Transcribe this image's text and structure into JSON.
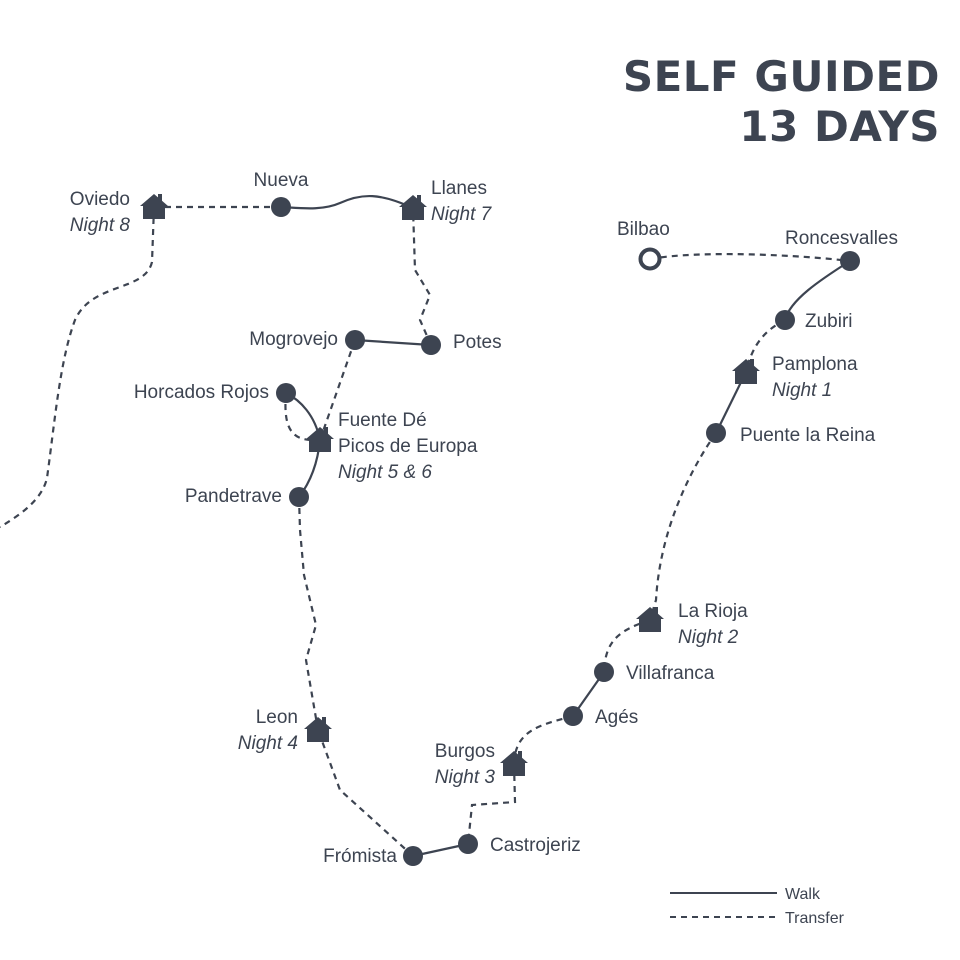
{
  "title": {
    "line1": "SELF GUIDED",
    "line2": "13 DAYS"
  },
  "colors": {
    "ink": "#3d4451"
  },
  "places": [
    {
      "id": "bilbao",
      "name": "Bilbao",
      "marker": "ring"
    },
    {
      "id": "roncesvalles",
      "name": "Roncesvalles",
      "marker": "dot"
    },
    {
      "id": "zubiri",
      "name": "Zubiri",
      "marker": "dot"
    },
    {
      "id": "pamplona",
      "name": "Pamplona",
      "night": "Night 1",
      "marker": "house"
    },
    {
      "id": "puente",
      "name": "Puente la Reina",
      "marker": "dot"
    },
    {
      "id": "rioja",
      "name": "La Rioja",
      "night": "Night 2",
      "marker": "house"
    },
    {
      "id": "villafranca",
      "name": "Villafranca",
      "marker": "dot"
    },
    {
      "id": "ages",
      "name": "Agés",
      "marker": "dot"
    },
    {
      "id": "burgos",
      "name": "Burgos",
      "night": "Night 3",
      "marker": "house"
    },
    {
      "id": "castrojeriz",
      "name": "Castrojeriz",
      "marker": "dot"
    },
    {
      "id": "fromista",
      "name": "Frómista",
      "marker": "dot"
    },
    {
      "id": "leon",
      "name": "Leon",
      "night": "Night 4",
      "marker": "house"
    },
    {
      "id": "pandetrave",
      "name": "Pandetrave",
      "marker": "dot"
    },
    {
      "id": "fuente",
      "name": "Fuente Dé",
      "name2": "Picos de Europa",
      "night": "Night 5 & 6",
      "marker": "house"
    },
    {
      "id": "horcados",
      "name": "Horcados Rojos",
      "marker": "dot"
    },
    {
      "id": "mogrovejo",
      "name": "Mogrovejo",
      "marker": "dot"
    },
    {
      "id": "potes",
      "name": "Potes",
      "marker": "dot"
    },
    {
      "id": "llanes",
      "name": "Llanes",
      "night": "Night 7",
      "marker": "house"
    },
    {
      "id": "nueva",
      "name": "Nueva",
      "marker": "dot"
    },
    {
      "id": "oviedo",
      "name": "Oviedo",
      "night": "Night 8",
      "marker": "house"
    }
  ],
  "legend": {
    "walk": "Walk",
    "transfer": "Transfer"
  }
}
